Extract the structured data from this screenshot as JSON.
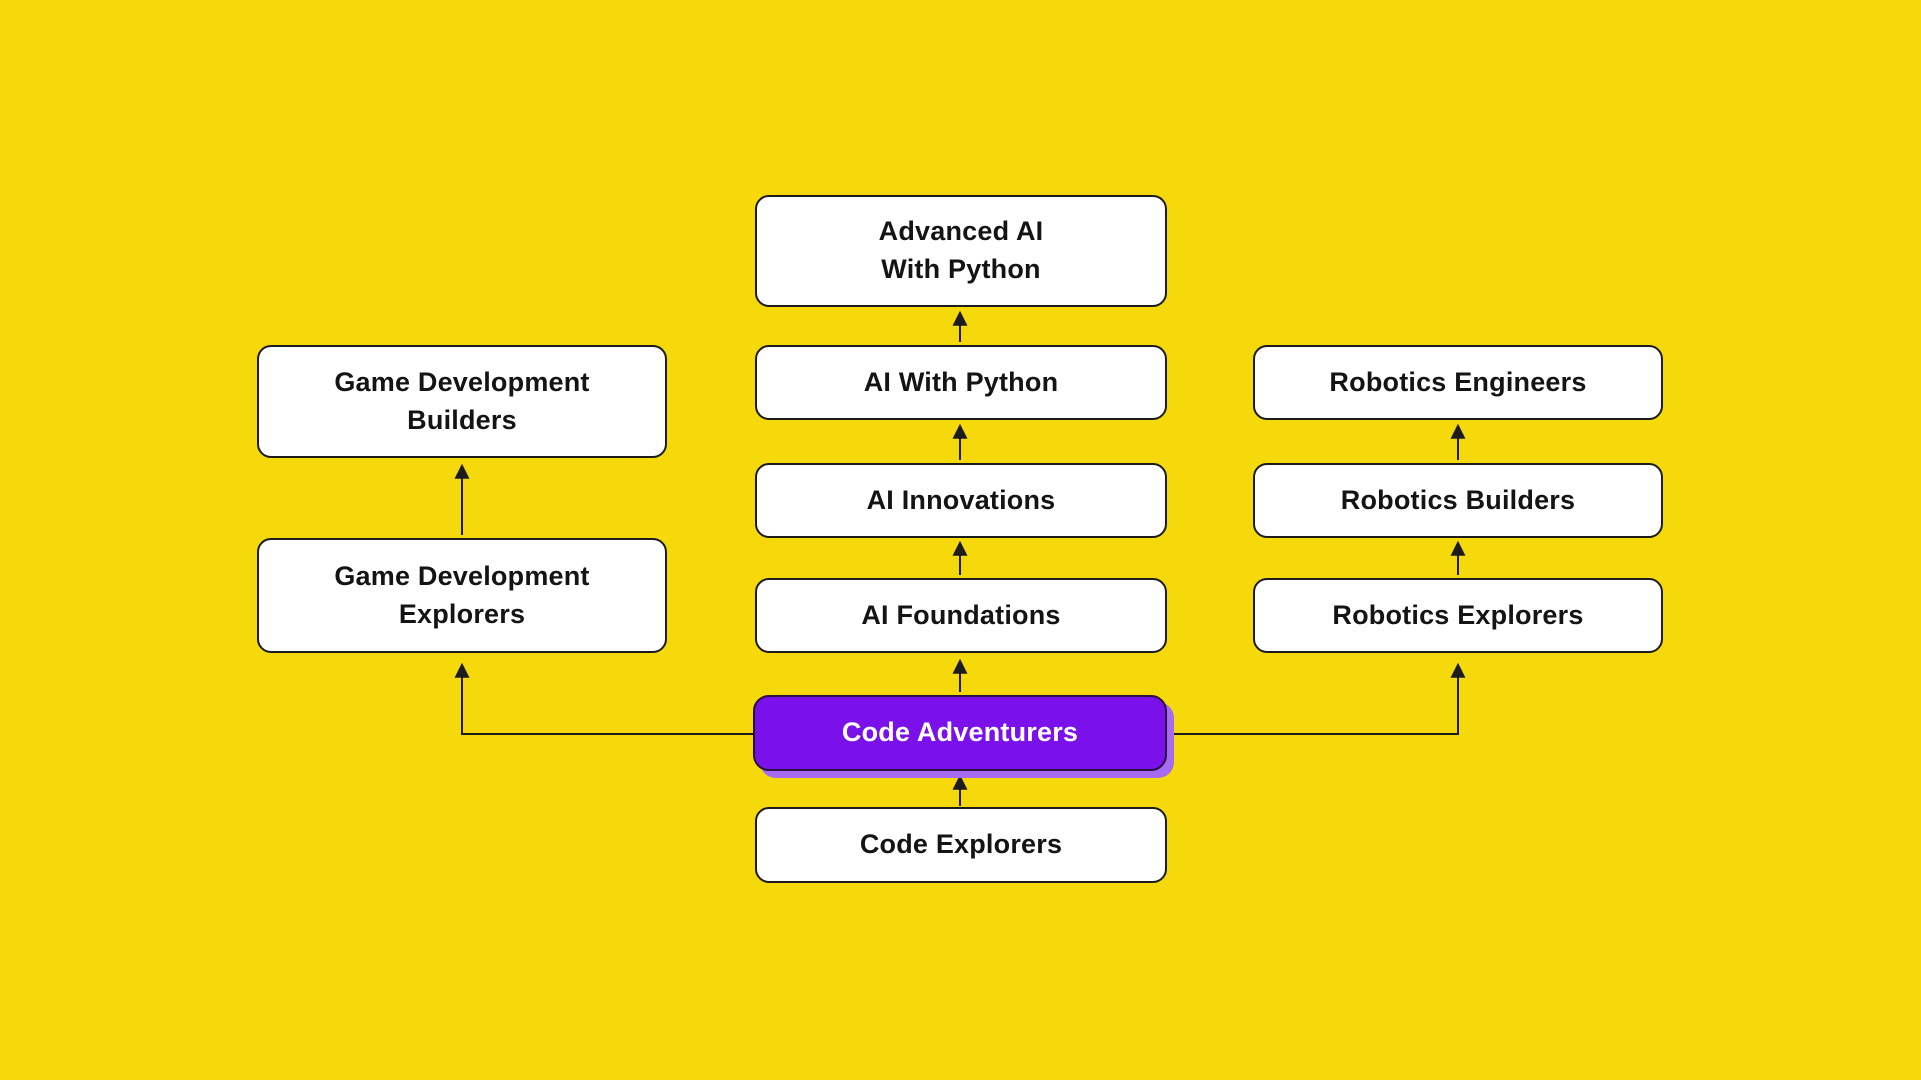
{
  "diagram": {
    "description": "Coding course progression flowchart",
    "colors": {
      "background": "#F5D90A",
      "node_fill": "#FFFFFF",
      "node_border": "#1C1C1C",
      "highlight_fill": "#7B11EA",
      "highlight_shadow": "#A76AF2",
      "highlight_text": "#FFFFFF",
      "text": "#141414",
      "arrow": "#1C1C1C"
    },
    "nodes": {
      "advanced_ai": {
        "label": "Advanced AI\nWith Python"
      },
      "ai_with_python": {
        "label": "AI With Python"
      },
      "ai_innovations": {
        "label": "AI Innovations"
      },
      "ai_foundations": {
        "label": "AI Foundations"
      },
      "code_adventurers": {
        "label": "Code Adventurers",
        "highlighted": true
      },
      "code_explorers": {
        "label": "Code Explorers"
      },
      "game_dev_builders": {
        "label": "Game Development\nBuilders"
      },
      "game_dev_explorers": {
        "label": "Game Development\nExplorers"
      },
      "robotics_engineers": {
        "label": "Robotics Engineers"
      },
      "robotics_builders": {
        "label": "Robotics Builders"
      },
      "robotics_explorers": {
        "label": "Robotics Explorers"
      }
    },
    "edges": [
      {
        "from": "code_explorers",
        "to": "code_adventurers"
      },
      {
        "from": "code_adventurers",
        "to": "ai_foundations"
      },
      {
        "from": "ai_foundations",
        "to": "ai_innovations"
      },
      {
        "from": "ai_innovations",
        "to": "ai_with_python"
      },
      {
        "from": "ai_with_python",
        "to": "advanced_ai"
      },
      {
        "from": "code_adventurers",
        "to": "game_dev_explorers"
      },
      {
        "from": "game_dev_explorers",
        "to": "game_dev_builders"
      },
      {
        "from": "code_adventurers",
        "to": "robotics_explorers"
      },
      {
        "from": "robotics_explorers",
        "to": "robotics_builders"
      },
      {
        "from": "robotics_builders",
        "to": "robotics_engineers"
      }
    ]
  }
}
